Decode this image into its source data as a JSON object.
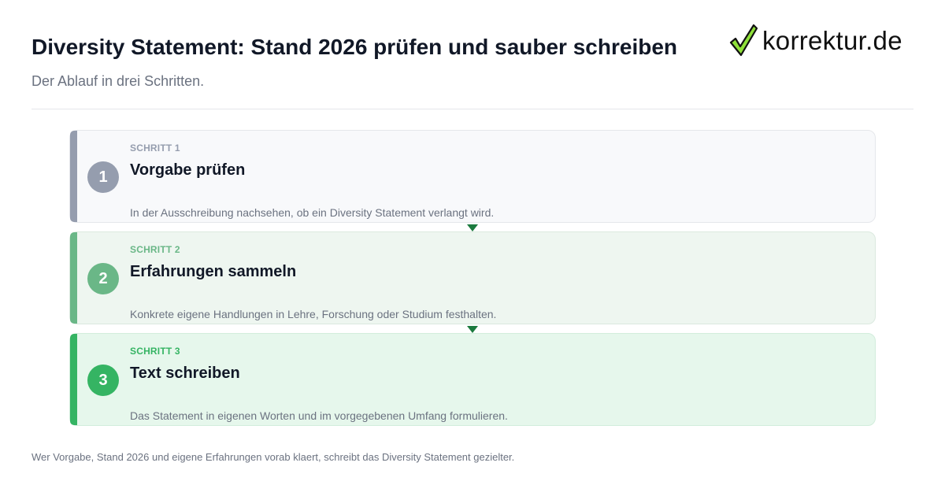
{
  "header": {
    "title": "Diversity Statement: Stand 2026 prüfen und sauber schreiben",
    "subtitle": "Der Ablauf in drei Schritten."
  },
  "logo": {
    "text": "korrektur.de",
    "icon": "checkmark-icon"
  },
  "steps": [
    {
      "number": "1",
      "kicker": "SCHRITT 1",
      "title": "Vorgabe prüfen",
      "description": "In der Ausschreibung nachsehen, ob ein Diversity Statement verlangt wird.",
      "color": "#959dae"
    },
    {
      "number": "2",
      "kicker": "SCHRITT 2",
      "title": "Erfahrungen sammeln",
      "description": "Konkrete eigene Handlungen in Lehre, Forschung oder Studium festhalten.",
      "color": "#6ab787"
    },
    {
      "number": "3",
      "kicker": "SCHRITT 3",
      "title": "Text schreiben",
      "description": "Das Statement in eigenen Worten und im vorgegebenen Umfang formulieren.",
      "color": "#35b463"
    }
  ],
  "footer": {
    "text": "Wer Vorgabe, Stand 2026 und eigene Erfahrungen vorab klaert, schreibt das Diversity Statement gezielter."
  },
  "colors": {
    "title": "#111827",
    "muted": "#6b7280",
    "connector": "#1b7a3e",
    "logo_check_fill": "#8fe03a"
  }
}
